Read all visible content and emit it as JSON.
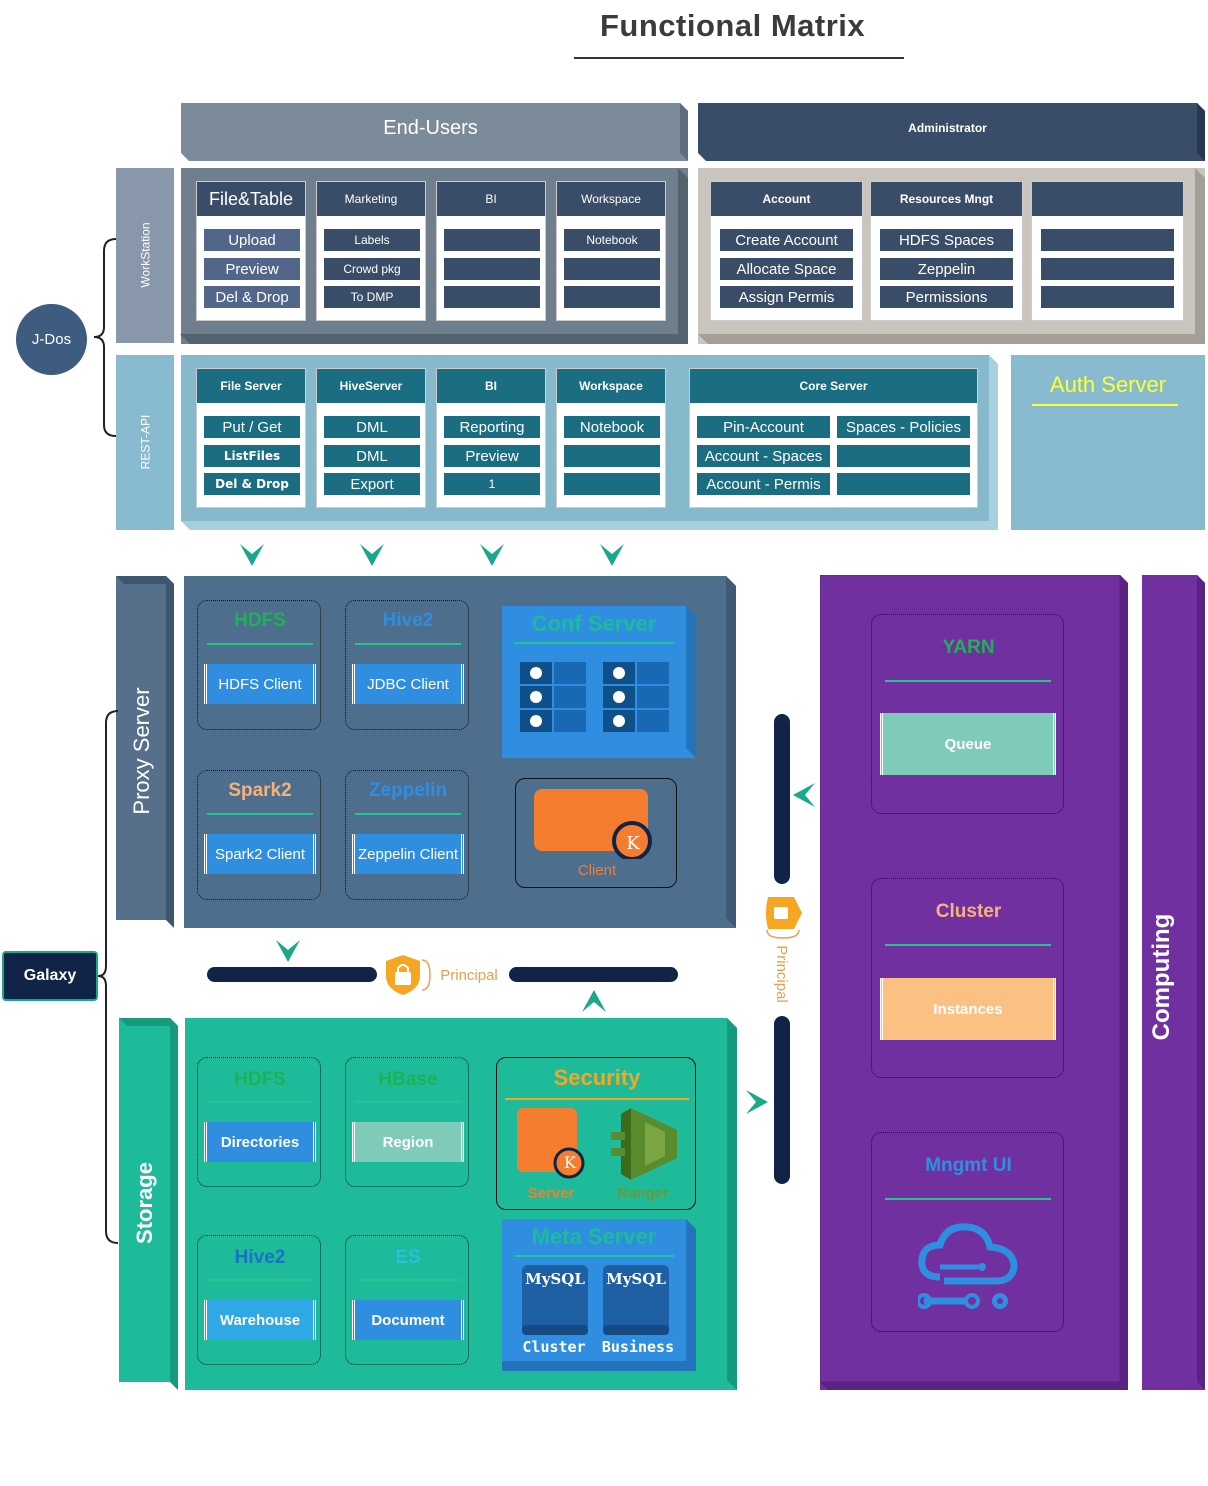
{
  "title": "Functional Matrix",
  "banners": {
    "end_users": "End-Users",
    "administrator": "Administrator"
  },
  "side": {
    "j_dos": "J-Dos",
    "workstation": "WorkStation",
    "rest_api": "REST-API",
    "proxy_server": "Proxy Server",
    "galaxy": "Galaxy",
    "storage": "Storage",
    "computing": "Computing"
  },
  "workstation": {
    "file_table": {
      "head": "File&Table",
      "items": [
        "Upload",
        "Preview",
        "Del & Drop"
      ]
    },
    "marketing": {
      "head": "Marketing",
      "items": [
        "Labels",
        "Crowd pkg",
        "To DMP"
      ]
    },
    "bi": {
      "head": "BI",
      "items": [
        "",
        "",
        ""
      ]
    },
    "workspace": {
      "head": "Workspace",
      "items": [
        "Notebook",
        "",
        ""
      ]
    },
    "account": {
      "head": "Account",
      "items": [
        "Create Account",
        "Allocate Space",
        "Assign Permis"
      ]
    },
    "resources": {
      "head": "Resources Mngt",
      "items": [
        "HDFS Spaces",
        "Zeppelin",
        "Permissions"
      ]
    },
    "blank": {
      "head": "",
      "items": [
        "",
        "",
        ""
      ]
    }
  },
  "restapi": {
    "file_server": {
      "head": "File Server",
      "items": [
        "Put / Get",
        "ListFiles",
        "Del & Drop"
      ]
    },
    "hiveserver": {
      "head": "HiveServer",
      "items": [
        "DML",
        "DML",
        "Export"
      ]
    },
    "bi": {
      "head": "BI",
      "items": [
        "Reporting",
        "Preview",
        "1"
      ]
    },
    "workspace": {
      "head": "Workspace",
      "items": [
        "Notebook",
        "",
        ""
      ]
    },
    "core_server": {
      "head": "Core Server",
      "left": [
        "Pin-Account",
        "Account - Spaces",
        "Account - Permis"
      ],
      "right": [
        "Spaces - Policies",
        "",
        ""
      ]
    }
  },
  "auth_server": "Auth Server",
  "proxy": {
    "hdfs": {
      "head": "HDFS",
      "client": "HDFS Client"
    },
    "hive2": {
      "head": "Hive2",
      "client": "JDBC Client"
    },
    "spark2": {
      "head": "Spark2",
      "client": "Spark2 Client"
    },
    "zeppelin": {
      "head": "Zeppelin",
      "client": "Zeppelin Client"
    },
    "conf_server": "Conf Server",
    "client": "Client",
    "k_badge": "K"
  },
  "principal": "Principal",
  "storage": {
    "hdfs": {
      "head": "HDFS",
      "item": "Directories"
    },
    "hbase": {
      "head": "HBase",
      "item": "Region"
    },
    "hive2": {
      "head": "Hive2",
      "item": "Warehouse"
    },
    "es": {
      "head": "ES",
      "item": "Document"
    },
    "security": {
      "head": "Security",
      "server": "Server",
      "ranger": "Ranger",
      "k_badge": "K"
    },
    "meta_server": {
      "head": "Meta Server",
      "db1": "MySQL",
      "db2": "MySQL",
      "cluster": "Cluster",
      "business": "Business"
    }
  },
  "computing": {
    "yarn": {
      "head": "YARN",
      "item": "Queue"
    },
    "cluster": {
      "head": "Cluster",
      "item": "Instances"
    },
    "mngmt": {
      "head": "Mngmt UI"
    }
  },
  "colors": {
    "navy": "#3a4d68",
    "slate": "#6f7f8e",
    "teal": "#1b6e82",
    "lightblue": "#7db3c8",
    "proxy": "#4e6e8e",
    "green": "#1dbb99",
    "purple": "#7030a0"
  }
}
